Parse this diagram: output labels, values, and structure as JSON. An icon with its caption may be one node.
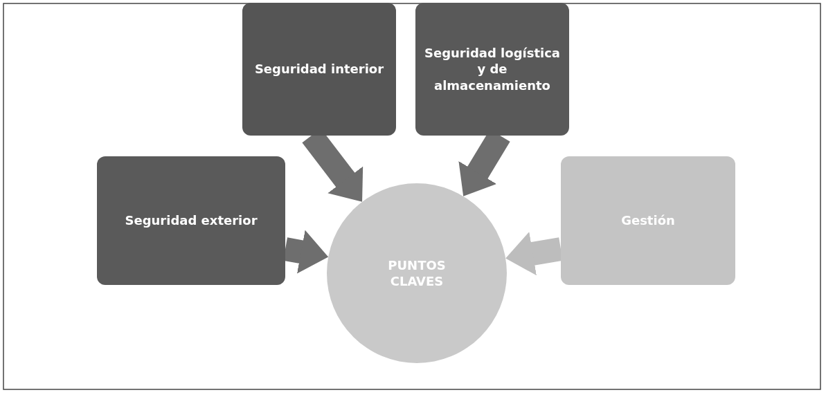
{
  "diagram": {
    "nodes": [
      {
        "text": [
          "Seguridad interior"
        ]
      },
      {
        "text": [
          "Seguridad logística y de almacenamiento"
        ]
      },
      {
        "text": [
          "Seguridad exterior"
        ]
      },
      {
        "text": [
          "Gestión"
        ]
      },
      {
        "text": [
          "PUNTOS CLAVES"
        ]
      }
    ],
    "edges": [
      {
        "from": 0,
        "to": 4,
        "arrow": "to"
      },
      {
        "from": 1,
        "to": 4,
        "arrow": "to"
      },
      {
        "from": 2,
        "to": 4,
        "arrow": "to"
      },
      {
        "from": 3,
        "to": 4,
        "arrow": "to",
        "color": "#bdbdbd"
      }
    ]
  }
}
